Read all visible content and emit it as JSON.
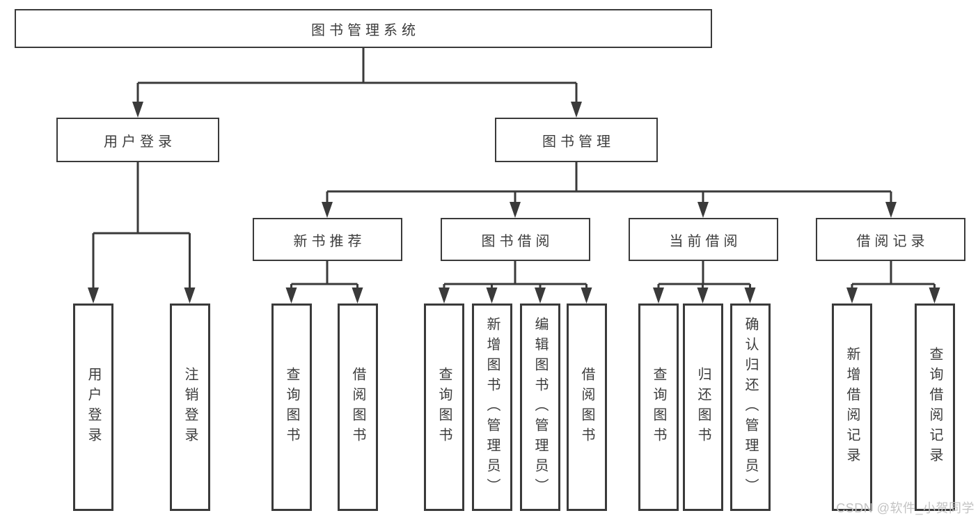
{
  "root": {
    "label": "图书管理系统"
  },
  "level2": {
    "user_login": {
      "label": "用户登录"
    },
    "book_mgmt": {
      "label": "图书管理"
    }
  },
  "level3": {
    "new_book": {
      "label": "新书推荐"
    },
    "book_borrow": {
      "label": "图书借阅"
    },
    "current_borrow": {
      "label": "当前借阅"
    },
    "borrow_records": {
      "label": "借阅记录"
    }
  },
  "leaves": {
    "user_login": [
      {
        "label": "用户登录"
      },
      {
        "label": "注销登录"
      }
    ],
    "new_book": [
      {
        "label": "查询图书"
      },
      {
        "label": "借阅图书"
      }
    ],
    "book_borrow": [
      {
        "label": "查询图书"
      },
      {
        "label": "新增图书（管理员）"
      },
      {
        "label": "编辑图书（管理员）"
      },
      {
        "label": "借阅图书"
      }
    ],
    "current_borrow": [
      {
        "label": "查询图书"
      },
      {
        "label": "归还图书"
      },
      {
        "label": "确认归还（管理员）"
      }
    ],
    "borrow_records": [
      {
        "label": "新增借阅记录"
      },
      {
        "label": "查询借阅记录"
      }
    ]
  },
  "watermark": {
    "text": "CSDN @软件_小贺同学"
  },
  "colors": {
    "line": "#3a3a3a",
    "text": "#3c3c3c",
    "background": "#ffffff",
    "watermark": "#c3c3c3"
  }
}
